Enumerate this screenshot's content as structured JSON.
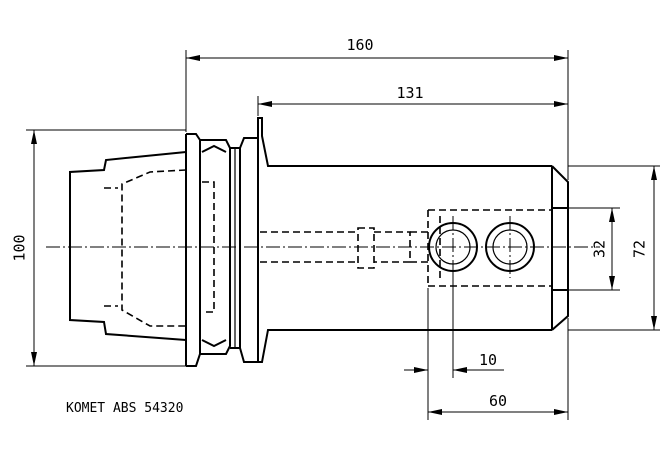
{
  "dimensions": {
    "overall_length": "160",
    "body_length": "131",
    "shank_diameter": "100",
    "bore_diameter": "32",
    "body_diameter": "72",
    "pin_offset": "10",
    "bore_depth": "60"
  },
  "caption": "KOMET ABS 54320"
}
